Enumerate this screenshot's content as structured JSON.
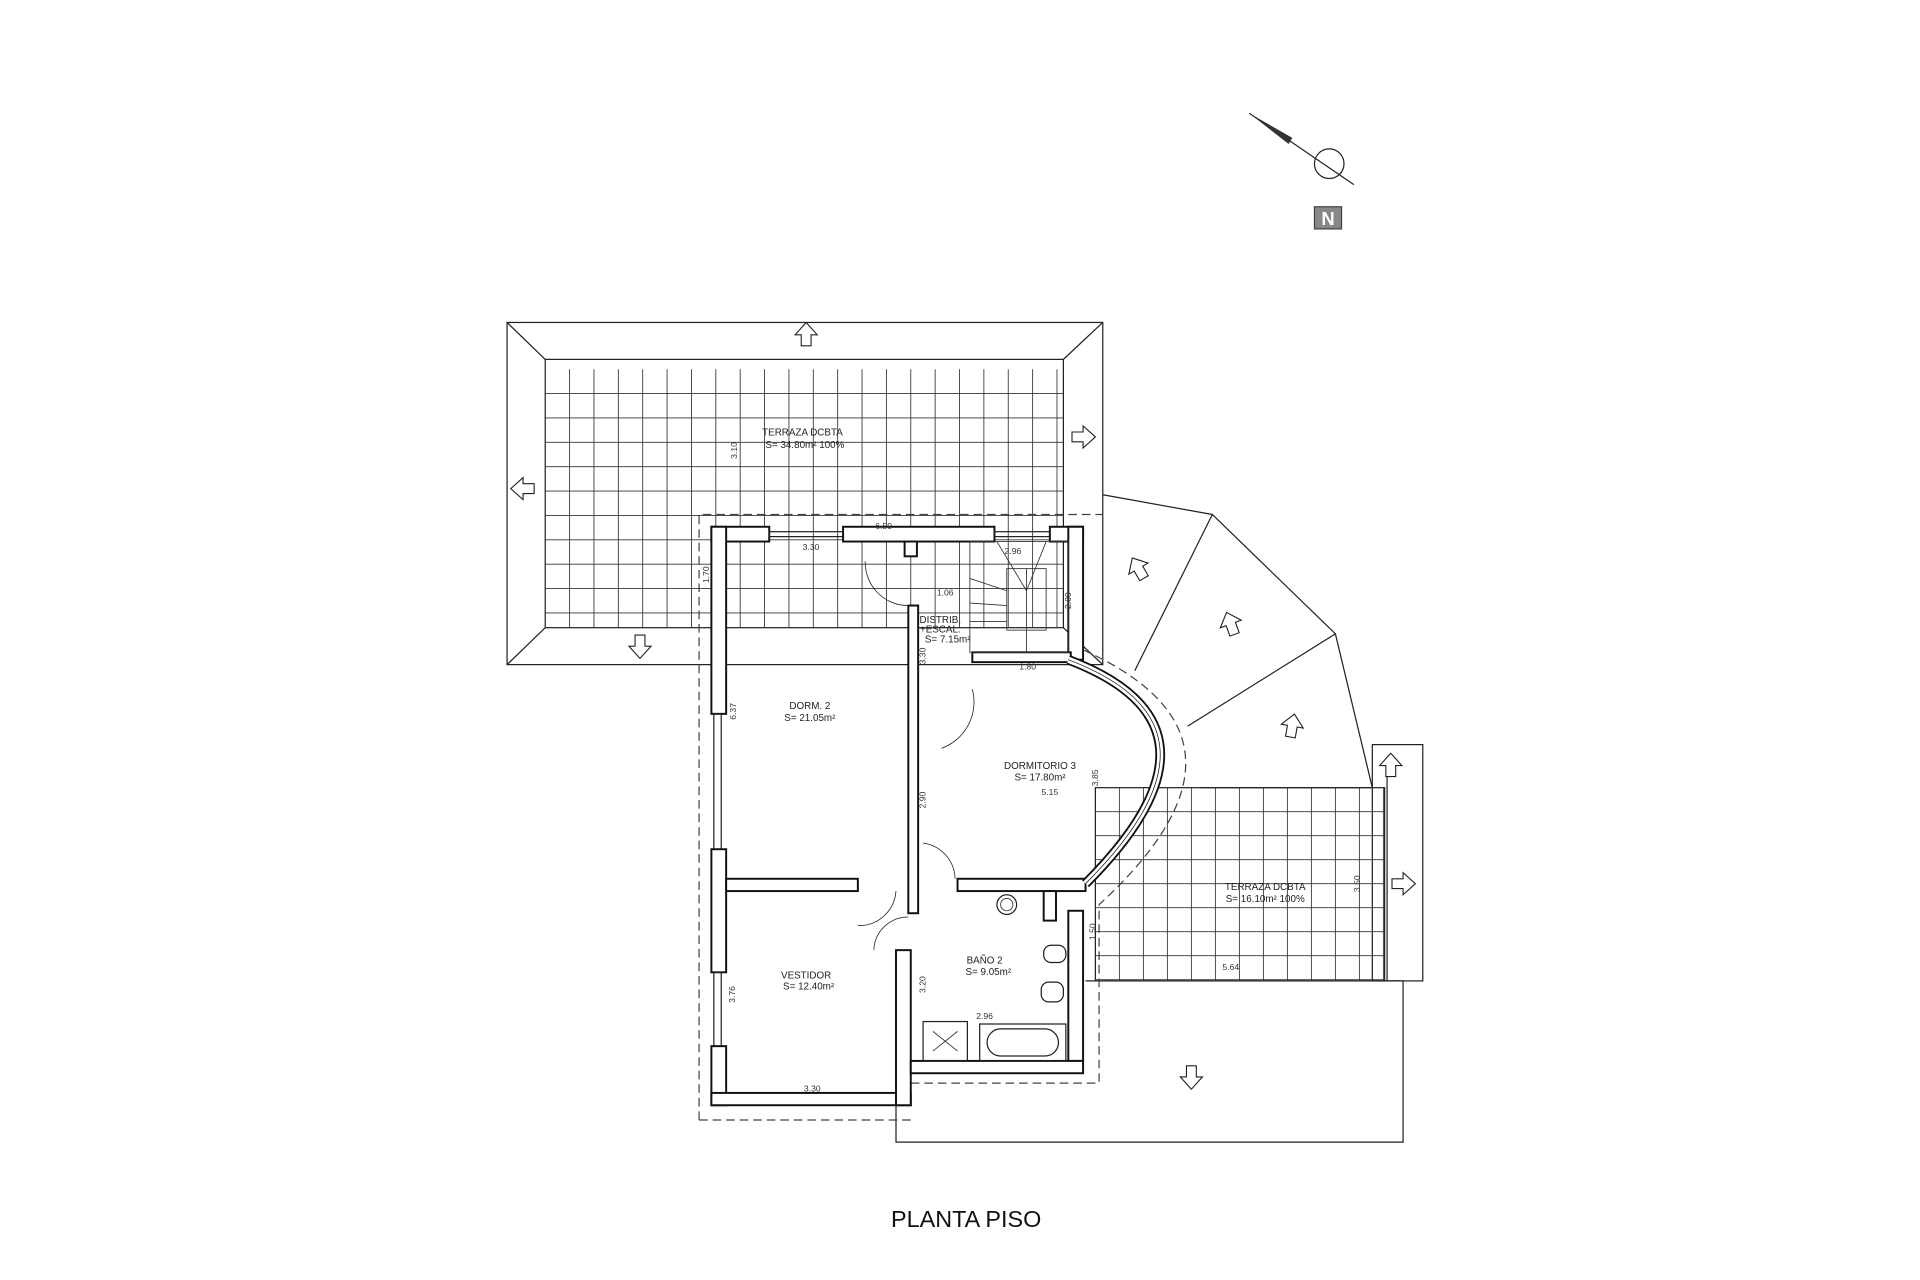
{
  "drawing_title": "PLANTA PISO",
  "compass": {
    "icon": "north-arrow-icon",
    "label": "N"
  },
  "rooms": {
    "terraza_1": {
      "name": "TERRAZA DCBTA",
      "area": "S= 34.80m² 100%",
      "dim_height": "3.10",
      "dim_side": "1.70"
    },
    "dorm2": {
      "name": "DORM. 2",
      "area": "S= 21.05m²",
      "dim_width": "3.30",
      "dim_height": "6.37"
    },
    "distrib": {
      "name1": "DISTRIB.",
      "name2": "+ESCAL.",
      "area": "S= 7.15m²",
      "dim_a": "1.06",
      "dim_b": "3.30",
      "dim_top": "6.50"
    },
    "stair": {
      "dim_width": "2.96",
      "dim_height": "2.09",
      "dim_bottom": "1.80"
    },
    "dorm3": {
      "name": "DORMITORIO 3",
      "area": "S= 17.80m²",
      "dim_width": "5.15",
      "dim_height": "3.85",
      "dim_side": "2.90"
    },
    "vestidor": {
      "name": "VESTIDOR",
      "area": "S= 12.40m²",
      "dim_width": "3.30",
      "dim_height": "3.76"
    },
    "bano2": {
      "name": "BAÑO 2",
      "area": "S= 9.05m²",
      "dim_width": "2.96",
      "dim_height": "3.20"
    },
    "terraza_2": {
      "name": "TERRAZA DCBTA",
      "area": "S= 16.10m² 100%",
      "dim_width": "5.64",
      "dim_height": "3.50",
      "dim_side": "1.50"
    }
  }
}
